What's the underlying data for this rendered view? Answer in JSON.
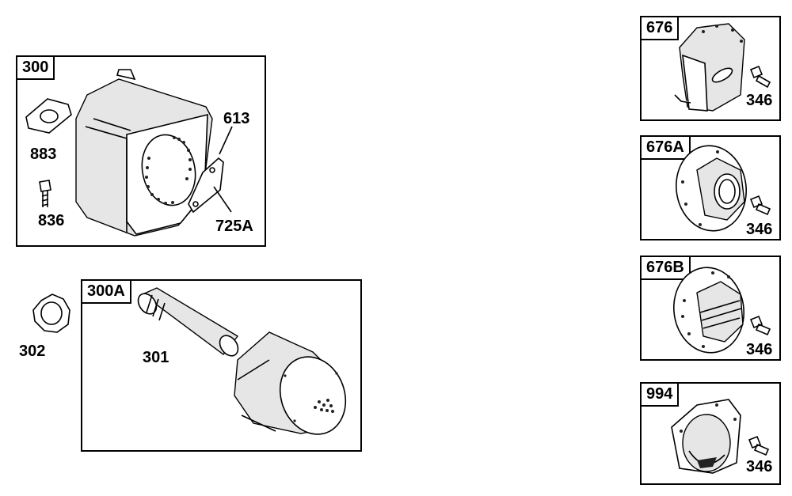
{
  "groups": {
    "g300": {
      "tag": "300"
    },
    "g300a": {
      "tag": "300A"
    },
    "g676": {
      "tag": "676"
    },
    "g676a": {
      "tag": "676A"
    },
    "g676b": {
      "tag": "676B"
    },
    "g994": {
      "tag": "994"
    }
  },
  "callouts": {
    "c883": "883",
    "c836": "836",
    "c613": "613",
    "c725a": "725A",
    "c302": "302",
    "c301": "301",
    "c346_676": "346",
    "c346_676a": "346",
    "c346_676b": "346",
    "c346_994": "346"
  }
}
